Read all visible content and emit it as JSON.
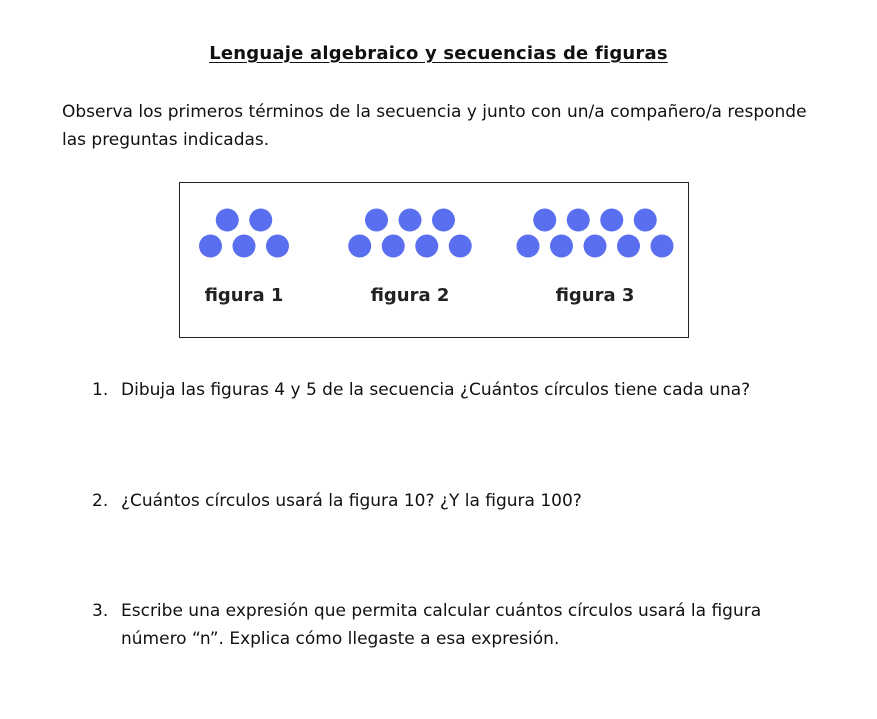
{
  "document": {
    "title": "Lenguaje algebraico y secuencias de figuras",
    "intro": "Observa los primeros términos de la secuencia y junto con un/a compañero/a responde las preguntas indicadas."
  },
  "sequence": {
    "dot_color": "#5a6ff0",
    "figures": [
      {
        "label": "figura 1",
        "top_row": 2,
        "bottom_row": 3
      },
      {
        "label": "figura 2",
        "top_row": 3,
        "bottom_row": 4
      },
      {
        "label": "figura 3",
        "top_row": 4,
        "bottom_row": 5
      }
    ]
  },
  "questions": [
    {
      "number": "1.",
      "text": "Dibuja las figuras 4 y 5 de la secuencia ¿Cuántos círculos tiene cada una?"
    },
    {
      "number": "2.",
      "text": "¿Cuántos círculos usará la figura 10? ¿Y la figura 100?"
    },
    {
      "number": "3.",
      "text": "Escribe una expresión que permita calcular cuántos círculos usará la figura número “n”. Explica cómo llegaste a esa expresión."
    }
  ]
}
